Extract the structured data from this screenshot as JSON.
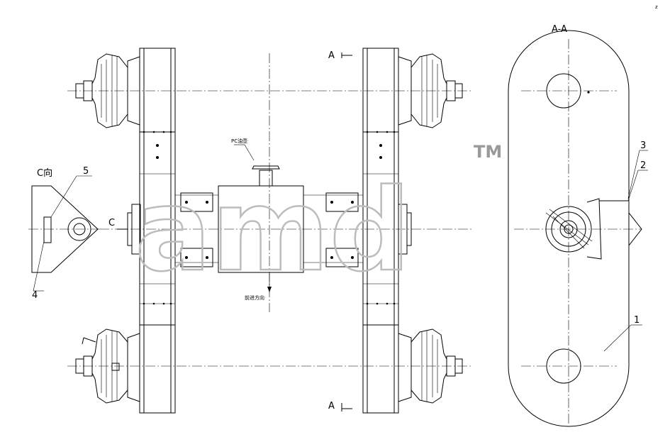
{
  "section_label": "A-A",
  "cut_label_top": "A",
  "cut_label_bottom": "A",
  "view_c_label": "C",
  "view_c_title": "C向",
  "callouts": {
    "one": "1",
    "two": "2",
    "three": "3",
    "four": "4",
    "five": "5"
  },
  "note_top": "PC油壶",
  "note_direction": "前进方向",
  "watermark": "amd",
  "trademark": "TM",
  "corner_mark": "z"
}
